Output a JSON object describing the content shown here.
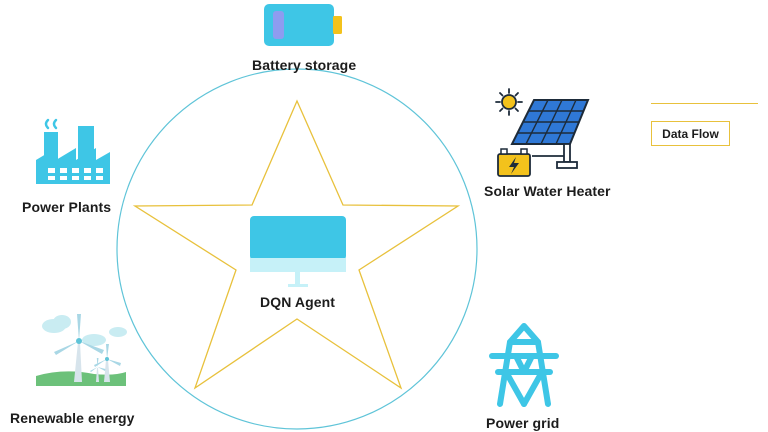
{
  "diagram": {
    "center": {
      "label": "DQN Agent",
      "icon": "monitor-icon"
    },
    "nodes": [
      {
        "id": "battery",
        "label": "Battery storage",
        "icon": "battery-icon"
      },
      {
        "id": "solar",
        "label": "Solar Water Heater",
        "icon": "solar-panel-icon"
      },
      {
        "id": "grid",
        "label": "Power grid",
        "icon": "transmission-tower-icon"
      },
      {
        "id": "renewable",
        "label": "Renewable energy",
        "icon": "wind-turbine-icon"
      },
      {
        "id": "plants",
        "label": "Power Plants",
        "icon": "factory-icon"
      }
    ],
    "legend": {
      "label": "Data Flow",
      "color": "#e8c13c"
    }
  },
  "colors": {
    "circle": "#5fc4d8",
    "star": "#e8c13c",
    "icon_primary": "#3ec6e6",
    "icon_dark": "#1d2b3a",
    "battery_fill": "#8e9cf0",
    "battery_cap": "#f3c21c",
    "grass": "#6cc17a"
  }
}
